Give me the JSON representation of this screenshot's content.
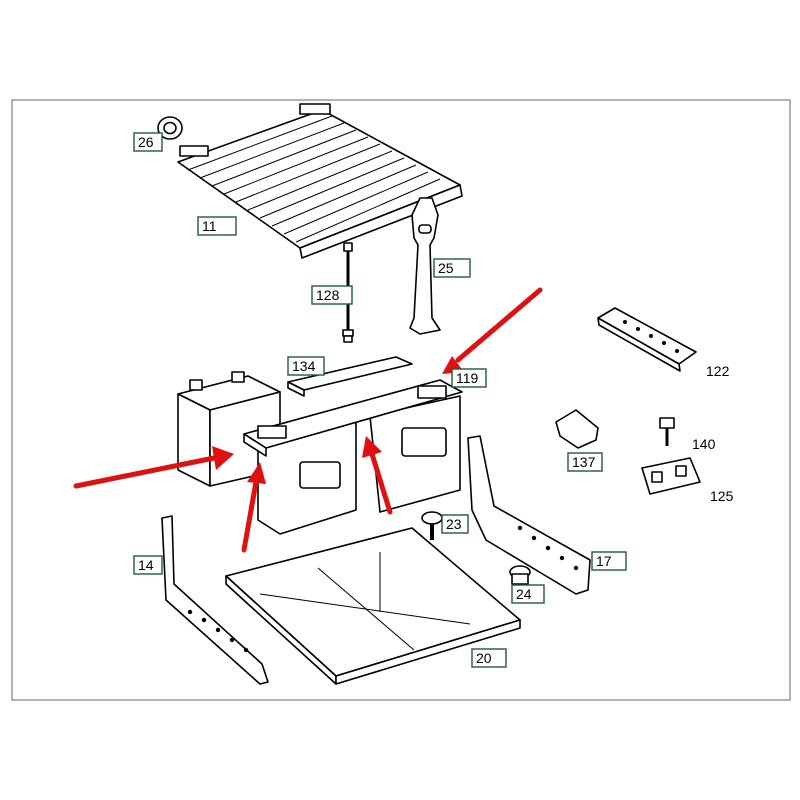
{
  "diagram": {
    "labels": [
      {
        "id": "26",
        "text": "26",
        "boxed": true
      },
      {
        "id": "11",
        "text": "11",
        "boxed": true
      },
      {
        "id": "25",
        "text": "25",
        "boxed": true
      },
      {
        "id": "128",
        "text": "128",
        "boxed": true
      },
      {
        "id": "134",
        "text": "134",
        "boxed": true
      },
      {
        "id": "119",
        "text": "119",
        "boxed": true
      },
      {
        "id": "122",
        "text": "122",
        "boxed": false
      },
      {
        "id": "140",
        "text": "140",
        "boxed": false
      },
      {
        "id": "137",
        "text": "137",
        "boxed": true
      },
      {
        "id": "125",
        "text": "125",
        "boxed": false
      },
      {
        "id": "23",
        "text": "23",
        "boxed": true
      },
      {
        "id": "14",
        "text": "14",
        "boxed": true
      },
      {
        "id": "17",
        "text": "17",
        "boxed": true
      },
      {
        "id": "24",
        "text": "24",
        "boxed": true
      },
      {
        "id": "20",
        "text": "20",
        "boxed": true
      }
    ],
    "colors": {
      "arrow": "#e01010",
      "label_border": "#1f5a3a",
      "line": "#000000",
      "frame": "#9a9a9a"
    },
    "annotations": {
      "arrow_count": 4
    }
  }
}
